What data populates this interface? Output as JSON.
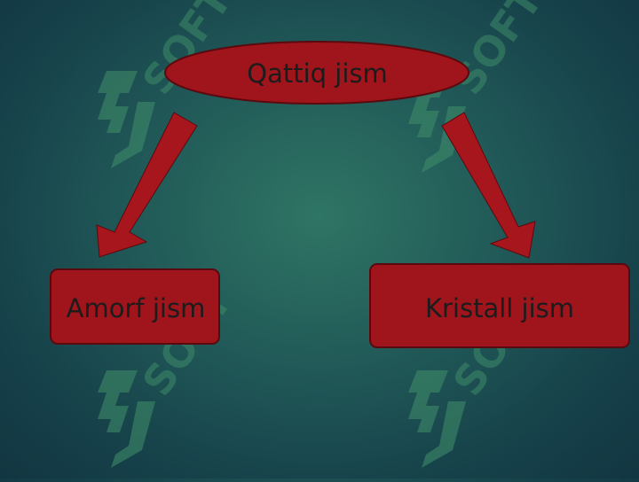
{
  "diagram": {
    "root": {
      "label": "Qattiq jism"
    },
    "children": [
      {
        "label": "Amorf jism"
      },
      {
        "label": "Kristall jism"
      }
    ]
  },
  "watermark": {
    "text": "SOFT"
  },
  "colors": {
    "node_fill": "#a0141b",
    "node_stroke": "#5a0a0e",
    "arrow_fill": "#a8161d",
    "background_center": "#2f7564",
    "background_edge": "#123641",
    "watermark_mark": "#3e8a68"
  }
}
